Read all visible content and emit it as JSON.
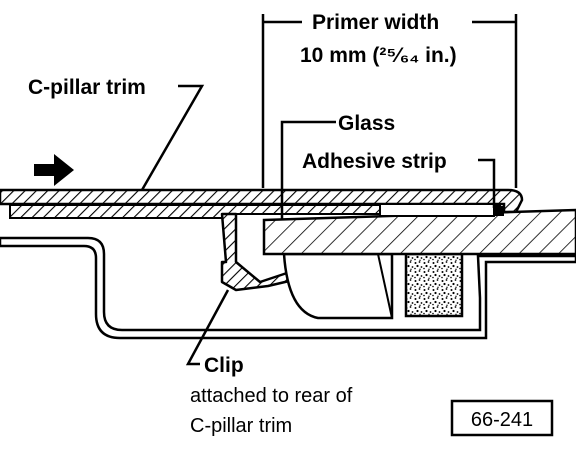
{
  "labels": {
    "primer_width_title": "Primer width",
    "primer_width_value": "10 mm (²⁵⁄₆₄ in.)",
    "c_pillar_trim": "C-pillar trim",
    "glass": "Glass",
    "adhesive_strip": "Adhesive strip",
    "clip": "Clip",
    "clip_note_line1": "attached to rear of",
    "clip_note_line2": "C-pillar trim",
    "figure_number": "66-241"
  },
  "colors": {
    "ink": "#000000",
    "paper": "#ffffff"
  },
  "icons": {
    "direction_arrow": "arrow-right-icon"
  }
}
